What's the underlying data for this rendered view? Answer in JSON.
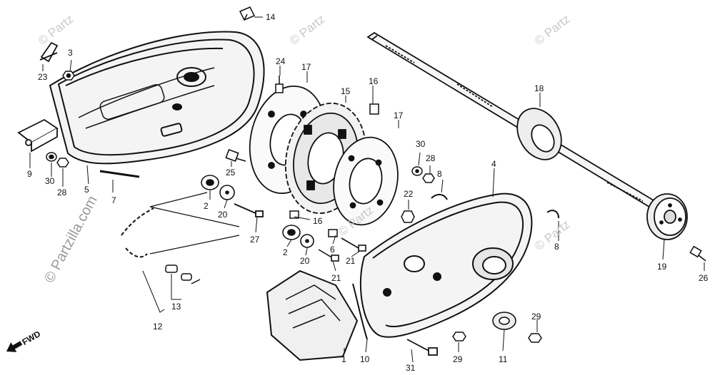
{
  "watermark": {
    "text": "© Partzilla.com",
    "text_short": "© Partz"
  },
  "fwd_label": "FWD",
  "callouts": {
    "c1": "1",
    "c2a": "2",
    "c2b": "2",
    "c3": "3",
    "c4": "4",
    "c5": "5",
    "c6": "6",
    "c7": "7",
    "c8a": "8",
    "c8b": "8",
    "c9": "9",
    "c10": "10",
    "c11": "11",
    "c12": "12",
    "c13": "13",
    "c14": "14",
    "c15": "15",
    "c16a": "16",
    "c16b": "16",
    "c17a": "17",
    "c17b": "17",
    "c18": "18",
    "c19": "19",
    "c20a": "20",
    "c20b": "20",
    "c21a": "21",
    "c21b": "21",
    "c22": "22",
    "c23": "23",
    "c24": "24",
    "c25": "25",
    "c26": "26",
    "c27": "27",
    "c28a": "28",
    "c28b": "28",
    "c29a": "29",
    "c29b": "29",
    "c30a": "30",
    "c30b": "30",
    "c31": "31"
  }
}
